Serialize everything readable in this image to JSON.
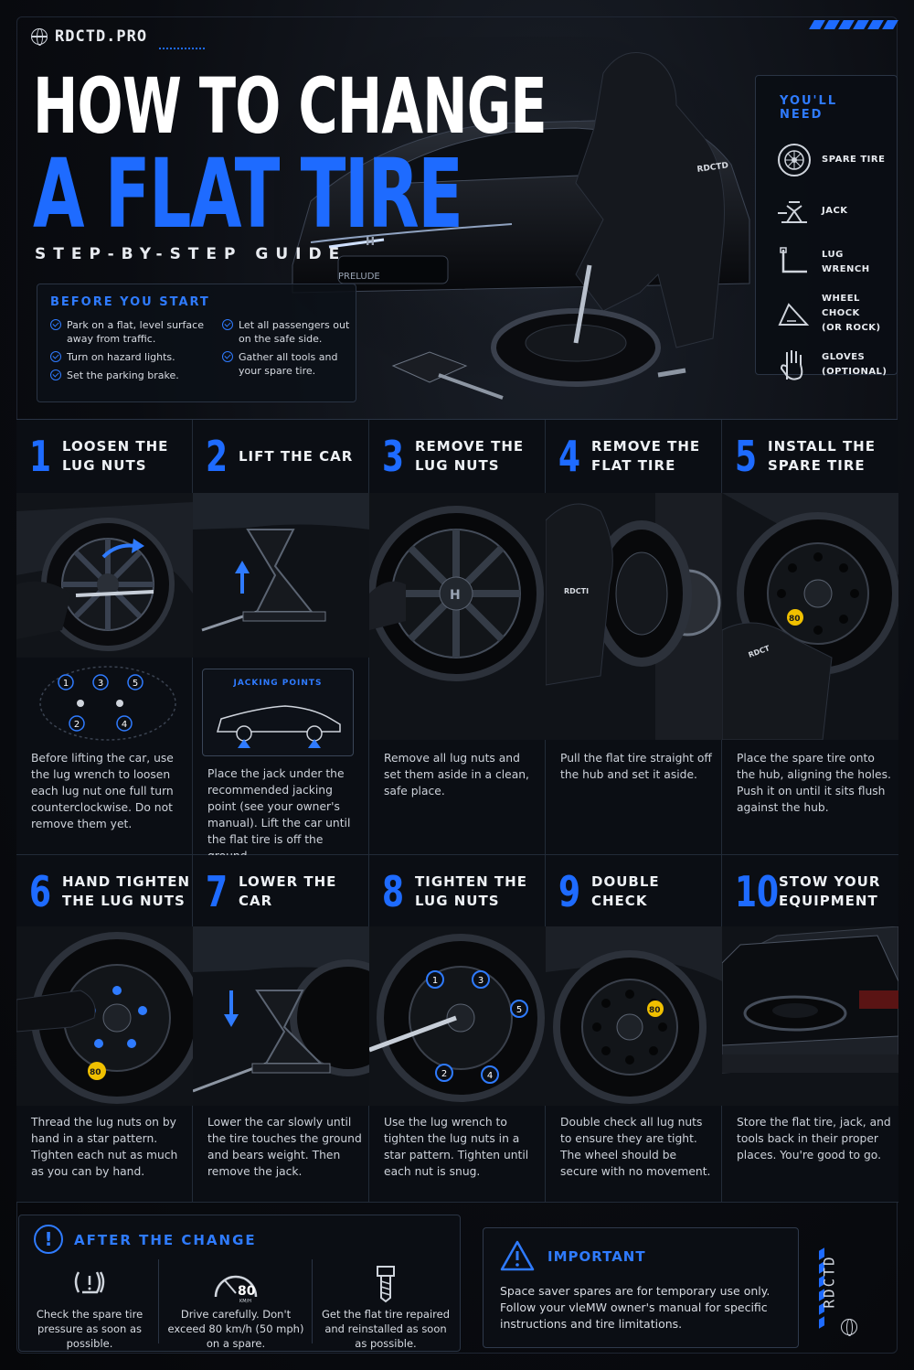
{
  "brand": "RDCTD.PRO",
  "title_line1": "HOW TO CHANGE",
  "title_line2": "A FLAT TIRE",
  "subtitle": "STEP-BY-STEP GUIDE",
  "hero": {
    "car_badge": "PRELUDE",
    "jacket_text": "RDCTD"
  },
  "before": {
    "heading": "BEFORE YOU START",
    "items": [
      "Park on a flat, level surface away from traffic.",
      "Let all passengers out on the safe side.",
      "Turn on hazard lights.",
      "Gather all tools and your spare tire.",
      "Set the parking brake."
    ]
  },
  "need": {
    "heading": "YOU'LL NEED",
    "items": [
      {
        "label": "SPARE TIRE",
        "icon": "tire-icon"
      },
      {
        "label": "JACK",
        "icon": "jack-icon"
      },
      {
        "label": "LUG WRENCH",
        "icon": "wrench-icon"
      },
      {
        "label": "WHEEL CHOCK\n(OR ROCK)",
        "icon": "chock-icon"
      },
      {
        "label": "GLOVES\n(OPTIONAL)",
        "icon": "gloves-icon"
      }
    ]
  },
  "steps": [
    {
      "num": "1",
      "title": "LOOSEN THE\nLUG NUTS",
      "text": "Before lifting the car, use the lug wrench to loosen each lug nut one full turn counterclockwise. Do not remove them yet."
    },
    {
      "num": "2",
      "title": "LIFT THE CAR",
      "text": "Place the jack under the recommended jacking point (see your owner's manual). Lift the car until the flat tire is off the ground."
    },
    {
      "num": "3",
      "title": "REMOVE THE\nLUG NUTS",
      "text": "Remove all lug nuts and set them aside in a clean, safe place."
    },
    {
      "num": "4",
      "title": "REMOVE THE\nFLAT TIRE",
      "text": "Pull the flat tire straight off the hub and set it aside."
    },
    {
      "num": "5",
      "title": "INSTALL THE\nSPARE TIRE",
      "text": "Place the spare tire onto the hub, aligning the holes. Push it on until it sits flush against the hub."
    },
    {
      "num": "6",
      "title": "HAND TIGHTEN\nTHE LUG NUTS",
      "text": "Thread the lug nuts on by hand in a star pattern. Tighten each nut as much as you can by hand."
    },
    {
      "num": "7",
      "title": "LOWER THE CAR",
      "text": "Lower the car slowly until the tire touches the ground and bears weight. Then remove the jack."
    },
    {
      "num": "8",
      "title": "TIGHTEN THE\nLUG NUTS",
      "text": "Use the lug wrench to tighten the lug nuts in a star pattern. Tighten until each nut is snug."
    },
    {
      "num": "9",
      "title": "DOUBLE CHECK",
      "text": "Double check all lug nuts to ensure they are tight. The wheel should be secure with no movement."
    },
    {
      "num": "10",
      "title": "STOW YOUR\nEQUIPMENT",
      "text": "Store the flat tire, jack, and tools back in their proper places. You're good to go."
    }
  ],
  "step_graphics": {
    "star_labels": [
      "1",
      "3",
      "5",
      "2",
      "4"
    ],
    "jacking_points": "JACKING POINTS",
    "spare_badge": "80",
    "jacket_text": "RDCTI",
    "jacket_text_2": "RDCT"
  },
  "after": {
    "heading": "AFTER THE CHANGE",
    "gauge_value": "80",
    "gauge_unit": "KM/H",
    "items": [
      "Check the spare tire pressure as soon as possible.",
      "Drive carefully. Don't exceed 80 km/h (50 mph) on a spare.",
      "Get the flat tire repaired and reinstalled as soon as possible."
    ]
  },
  "important": {
    "heading": "IMPORTANT",
    "text": "Space saver spares are for temporary use only. Follow your vleMW owner's manual for specific instructions and tire limitations."
  },
  "side_brand": "RDCTD",
  "colors": {
    "accent": "#1e6bff",
    "background": "#07090d",
    "panel": "#0b0e14"
  }
}
